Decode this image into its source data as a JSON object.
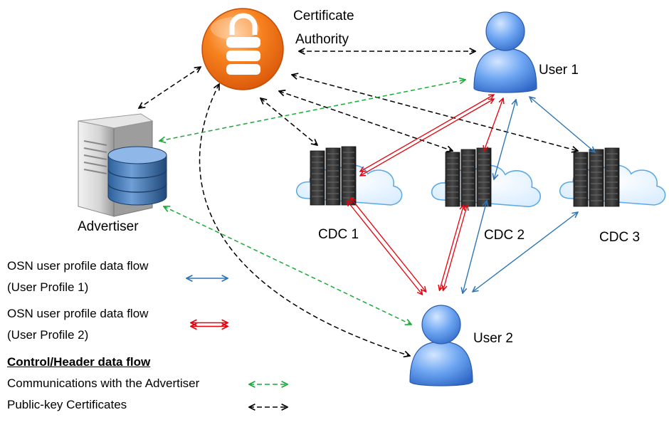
{
  "nodes": {
    "certificate_authority": {
      "line1": "Certificate",
      "line2": "Authority"
    },
    "user1": {
      "label": "User 1"
    },
    "user2": {
      "label": "User 2"
    },
    "advertiser": {
      "label": "Advertiser"
    },
    "cdc1": {
      "label": "CDC 1"
    },
    "cdc2": {
      "label": "CDC 2"
    },
    "cdc3": {
      "label": "CDC 3"
    }
  },
  "legend": {
    "profile1": {
      "line1": "OSN user profile data flow",
      "line2": "(User Profile 1)",
      "color": "#2e75b6"
    },
    "profile2": {
      "line1": "OSN user profile data flow",
      "line2": "(User Profile 2)",
      "color": "#e8000b"
    },
    "control_title": "Control/Header  data flow",
    "advertiser_comm": {
      "label": "Communications with the Advertiser",
      "color": "#1aaa3a"
    },
    "certificates": {
      "label": "Public-key Certificates",
      "color": "#000000"
    }
  }
}
